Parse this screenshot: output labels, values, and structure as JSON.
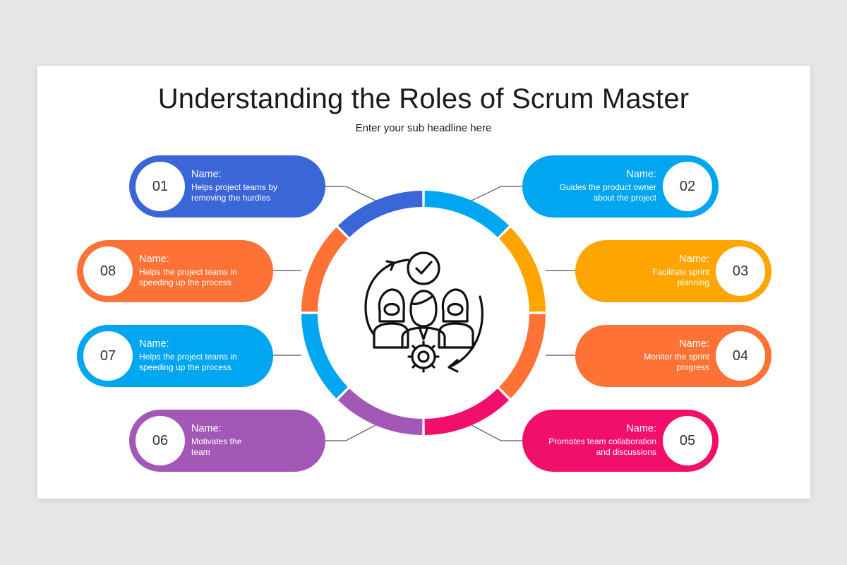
{
  "title": "Understanding the Roles of Scrum Master",
  "subtitle": "Enter your sub headline here",
  "center_icon": "team-clock-gear-icon",
  "items": [
    {
      "num": "01",
      "name": "Name:",
      "desc_line1": "Helps project teams by",
      "desc_line2": "removing the hurdles",
      "color": "#3a66d8"
    },
    {
      "num": "02",
      "name": "Name:",
      "desc_line1": "Guides the product owner",
      "desc_line2": "about the project",
      "color": "#00a6f0"
    },
    {
      "num": "03",
      "name": "Name:",
      "desc_line1": "Facilitate sprint",
      "desc_line2": "planning",
      "color": "#ffa500"
    },
    {
      "num": "04",
      "name": "Name:",
      "desc_line1": "Monitor the sprint",
      "desc_line2": "progress",
      "color": "#ff7236"
    },
    {
      "num": "05",
      "name": "Name:",
      "desc_line1": "Promotes team collaboration",
      "desc_line2": "and discussions",
      "color": "#f20f6b"
    },
    {
      "num": "06",
      "name": "Name:",
      "desc_line1": "Motivates the",
      "desc_line2": "team",
      "color": "#a358b8"
    },
    {
      "num": "07",
      "name": "Name:",
      "desc_line1": "Helps the project teams in",
      "desc_line2": "speeding up the process",
      "color": "#00a6f0"
    },
    {
      "num": "08",
      "name": "Name:",
      "desc_line1": "Helps the project teams in",
      "desc_line2": "speeding up the process",
      "color": "#ff7236"
    }
  ]
}
